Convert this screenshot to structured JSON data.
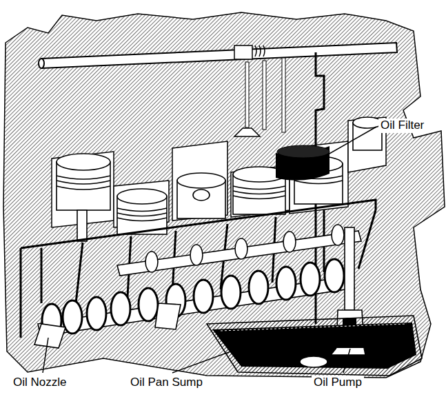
{
  "diagram": {
    "labels": [
      "Oil Filter",
      "Oil Nozzle",
      "Oil Pan Sump",
      "Oil Pump"
    ]
  }
}
